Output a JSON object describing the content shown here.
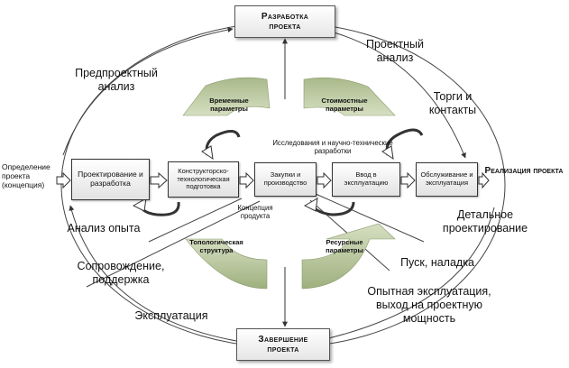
{
  "nodes": {
    "top": "Разработка проекта",
    "bottom": "Завершение проекта",
    "start": "Определение проекта (концепция)",
    "end": "Реализация проекта",
    "stage1": "Проектирование и разработка",
    "stage2": "Конструкторско-технологическая подготовка",
    "stage3": "Закупки и производство",
    "stage4": "Ввод в эксплуатацию",
    "stage5": "Обслуживание и эксплуатация"
  },
  "params": {
    "time": "Временные параметры",
    "cost": "Стоимостные параметры",
    "topology": "Топологическая структура",
    "resources": "Ресурсные параметры"
  },
  "notes": {
    "research": "Исследования и научно-технические разработки",
    "product_concept": "Концепция продукта"
  },
  "cycle_labels": {
    "preproject": "Предпроектный анализ",
    "project_analysis": "Проектный анализ",
    "tenders": "Торги и контакты",
    "detailed_design": "Детальное проектирование",
    "commissioning": "Пуск, наладка",
    "trial_operation": "Опытная эксплуатация, выход на проектную мощность",
    "operation": "Эксплуатация",
    "support": "Сопровождение, поддержка",
    "experience": "Анализ опыта"
  }
}
